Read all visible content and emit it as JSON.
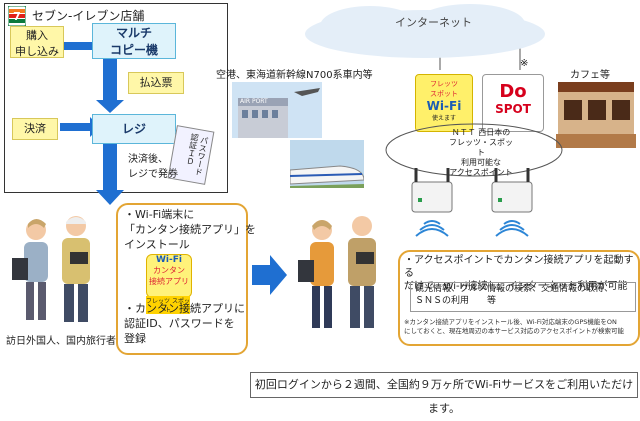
{
  "store": {
    "title": "セブン-イレブン店舗",
    "steps": {
      "apply": [
        "購入",
        "申し込み"
      ],
      "multi_copy": [
        "マルチ",
        "コピー機"
      ],
      "ticket": "払込票",
      "payment": "決済",
      "register": "レジ",
      "id_card": [
        "認証ＩＤ",
        "パスワード"
      ],
      "after_payment": [
        "決済後、",
        "レジで発券"
      ]
    }
  },
  "install_panel": {
    "bullet1": [
      "・Wi-Fi端末に",
      "「カンタン接続アプリ」を",
      "インストール"
    ],
    "app_icon_lines": [
      "Wi-Fi",
      "カンタン",
      "接続アプリ"
    ],
    "app_icon_sub": "フレッツ スポット",
    "bullet2": [
      "・カンタン接続アプリに",
      "認証ID、パスワードを",
      "登録"
    ]
  },
  "visitors_caption": "訪日外国人、国内旅行者等",
  "internet_label": "インターネット",
  "locations": {
    "airport_train": "空港、東海道新幹線N700系車内等",
    "cafe": "カフェ等",
    "airport_sign": "AIR PORT",
    "note_mark": "※"
  },
  "hotspots": {
    "wifi_sticker": [
      "フレッツ",
      "スポット",
      "Wi-Fi",
      "使えます"
    ],
    "dospot_lines": [
      "Do",
      "SPOT"
    ],
    "ntt_text": [
      "ＮＴＴ 西日本の",
      "フレッツ・スポット",
      "利用可能な",
      "アクセスポイント"
    ]
  },
  "result_panel": {
    "headline": [
      "・アクセスポイントでカンタン接続アプリを起動する",
      "だけで、Wi-Fi接続し、インターネット利用が可能"
    ],
    "services": [
      "観光情報、グルメ情報の検索、交通情報の取得、",
      "ＳＮＳの利用　　等"
    ],
    "footnote": [
      "※カンタン接続アプリをインストール後、Wi-Fi対応端末のGPS機能をON",
      "にしておくと、現在地周辺の本サービス対応のアクセスポイントが検索可能"
    ]
  },
  "bottom_banner": "初回ログインから２週間、全国約９万ヶ所でWi-Fiサービスをご利用いただけます。",
  "colors": {
    "accent_blue": "#1f6fd1",
    "panel_orange": "#e3a534",
    "label_yellow": "#fff7a8",
    "step_blue": "#dff3fb"
  }
}
